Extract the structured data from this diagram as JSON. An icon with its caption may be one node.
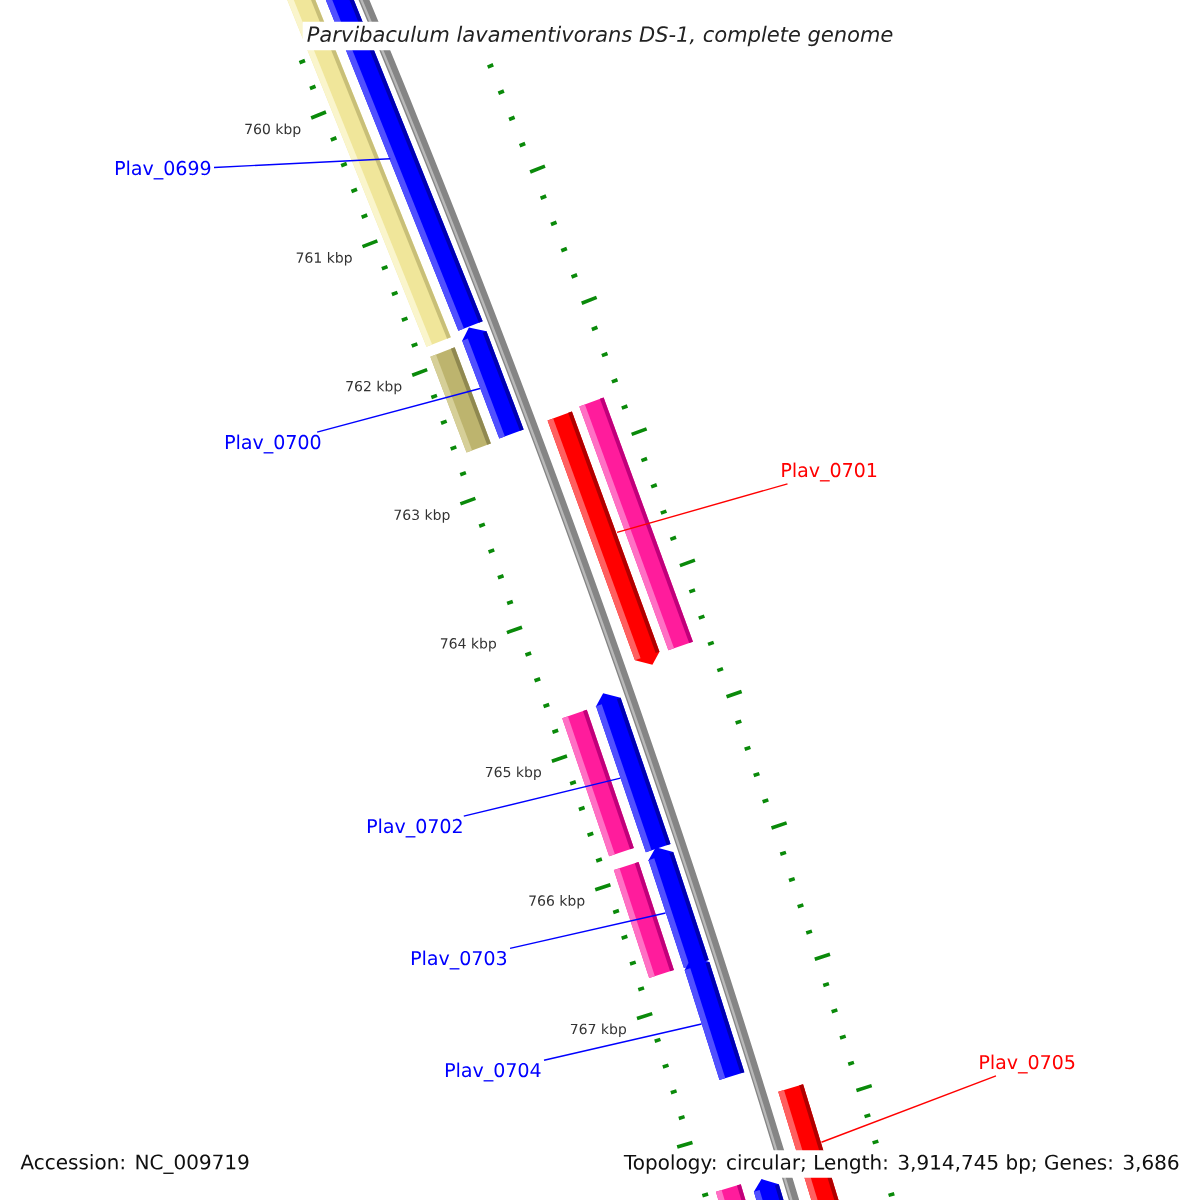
{
  "diagram": {
    "title": "Parvibaculum lavamentivorans DS-1, complete genome",
    "nodes": [
      {
        "text": [
          "Plav_0699"
        ]
      },
      {
        "text": [],
        "shape": "bar"
      },
      {
        "text": [
          "Plav_0700"
        ]
      },
      {
        "text": [],
        "shape": "bar"
      },
      {
        "text": [
          "Plav_0701"
        ]
      },
      {
        "text": [],
        "shape": "bar"
      },
      {
        "text": [
          "Plav_0702"
        ]
      },
      {
        "text": [],
        "shape": "bar"
      },
      {
        "text": [
          "Plav_0703"
        ]
      },
      {
        "text": [],
        "shape": "bar"
      },
      {
        "text": [
          "Plav_0704"
        ]
      },
      {
        "text": [],
        "shape": "bar"
      },
      {
        "text": [
          "Plav_0705"
        ]
      },
      {
        "text": [],
        "shape": "bar"
      }
    ],
    "edges": [
      {
        "from": 0,
        "to": 1,
        "arrow": "none"
      },
      {
        "from": 2,
        "to": 3,
        "arrow": "none"
      },
      {
        "from": 4,
        "to": 5,
        "arrow": "none",
        "color": "#ff0000"
      },
      {
        "from": 6,
        "to": 7,
        "arrow": "none"
      },
      {
        "from": 8,
        "to": 9,
        "arrow": "none"
      },
      {
        "from": 10,
        "to": 11,
        "arrow": "none"
      },
      {
        "from": 12,
        "to": 13,
        "arrow": "none",
        "color": "#ff0000"
      }
    ],
    "labels": [
      "760 kbp",
      "761 kbp",
      "762 kbp",
      "763 kbp",
      "764 kbp",
      "765 kbp",
      "766 kbp",
      "767 kbp",
      "Accession: NC_009719",
      "Topology: circular; Length: 3,914,745 bp; Genes: 3,686"
    ]
  }
}
